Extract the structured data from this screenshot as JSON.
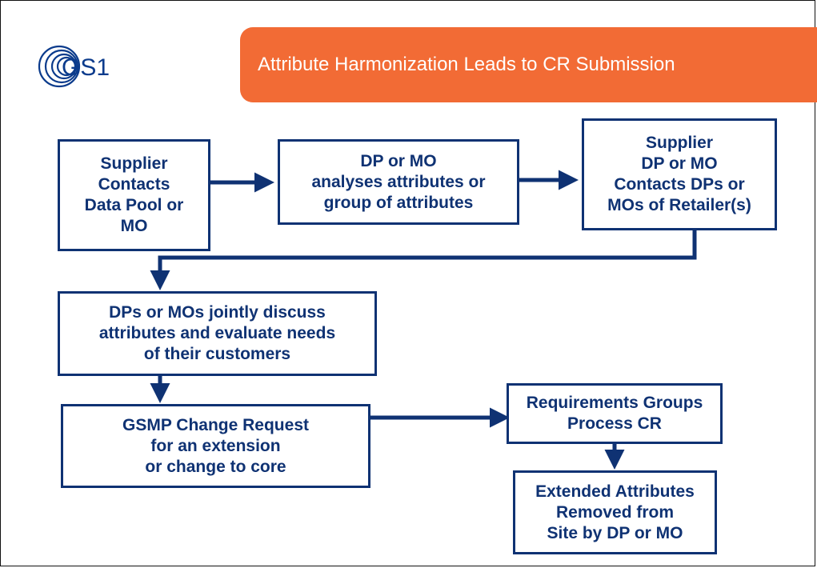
{
  "slide": {
    "title": "Attribute Harmonization Leads to CR Submission",
    "logo_text": "GS1"
  },
  "colors": {
    "banner": "#f26b35",
    "box_border": "#0f3273",
    "text": "#0f3273",
    "logo": "#0b3b8c"
  },
  "nodes": {
    "supplier_contacts": [
      "Supplier",
      "Contacts",
      "Data Pool or",
      "MO"
    ],
    "analyses": [
      "DP or MO",
      "analyses attributes or",
      "group of attributes"
    ],
    "contacts_dps": [
      "Supplier",
      "DP or MO",
      "Contacts DPs or",
      "MOs of Retailer(s)"
    ],
    "jointly_discuss": [
      "DPs or MOs jointly discuss",
      "attributes and evaluate needs",
      "of their customers"
    ],
    "change_request": [
      "GSMP Change Request",
      "for an extension",
      "or change to core"
    ],
    "requirements_groups": [
      "Requirements Groups",
      "Process CR"
    ],
    "extended_attributes": [
      "Extended Attributes",
      "Removed from",
      "Site by DP or MO"
    ]
  }
}
